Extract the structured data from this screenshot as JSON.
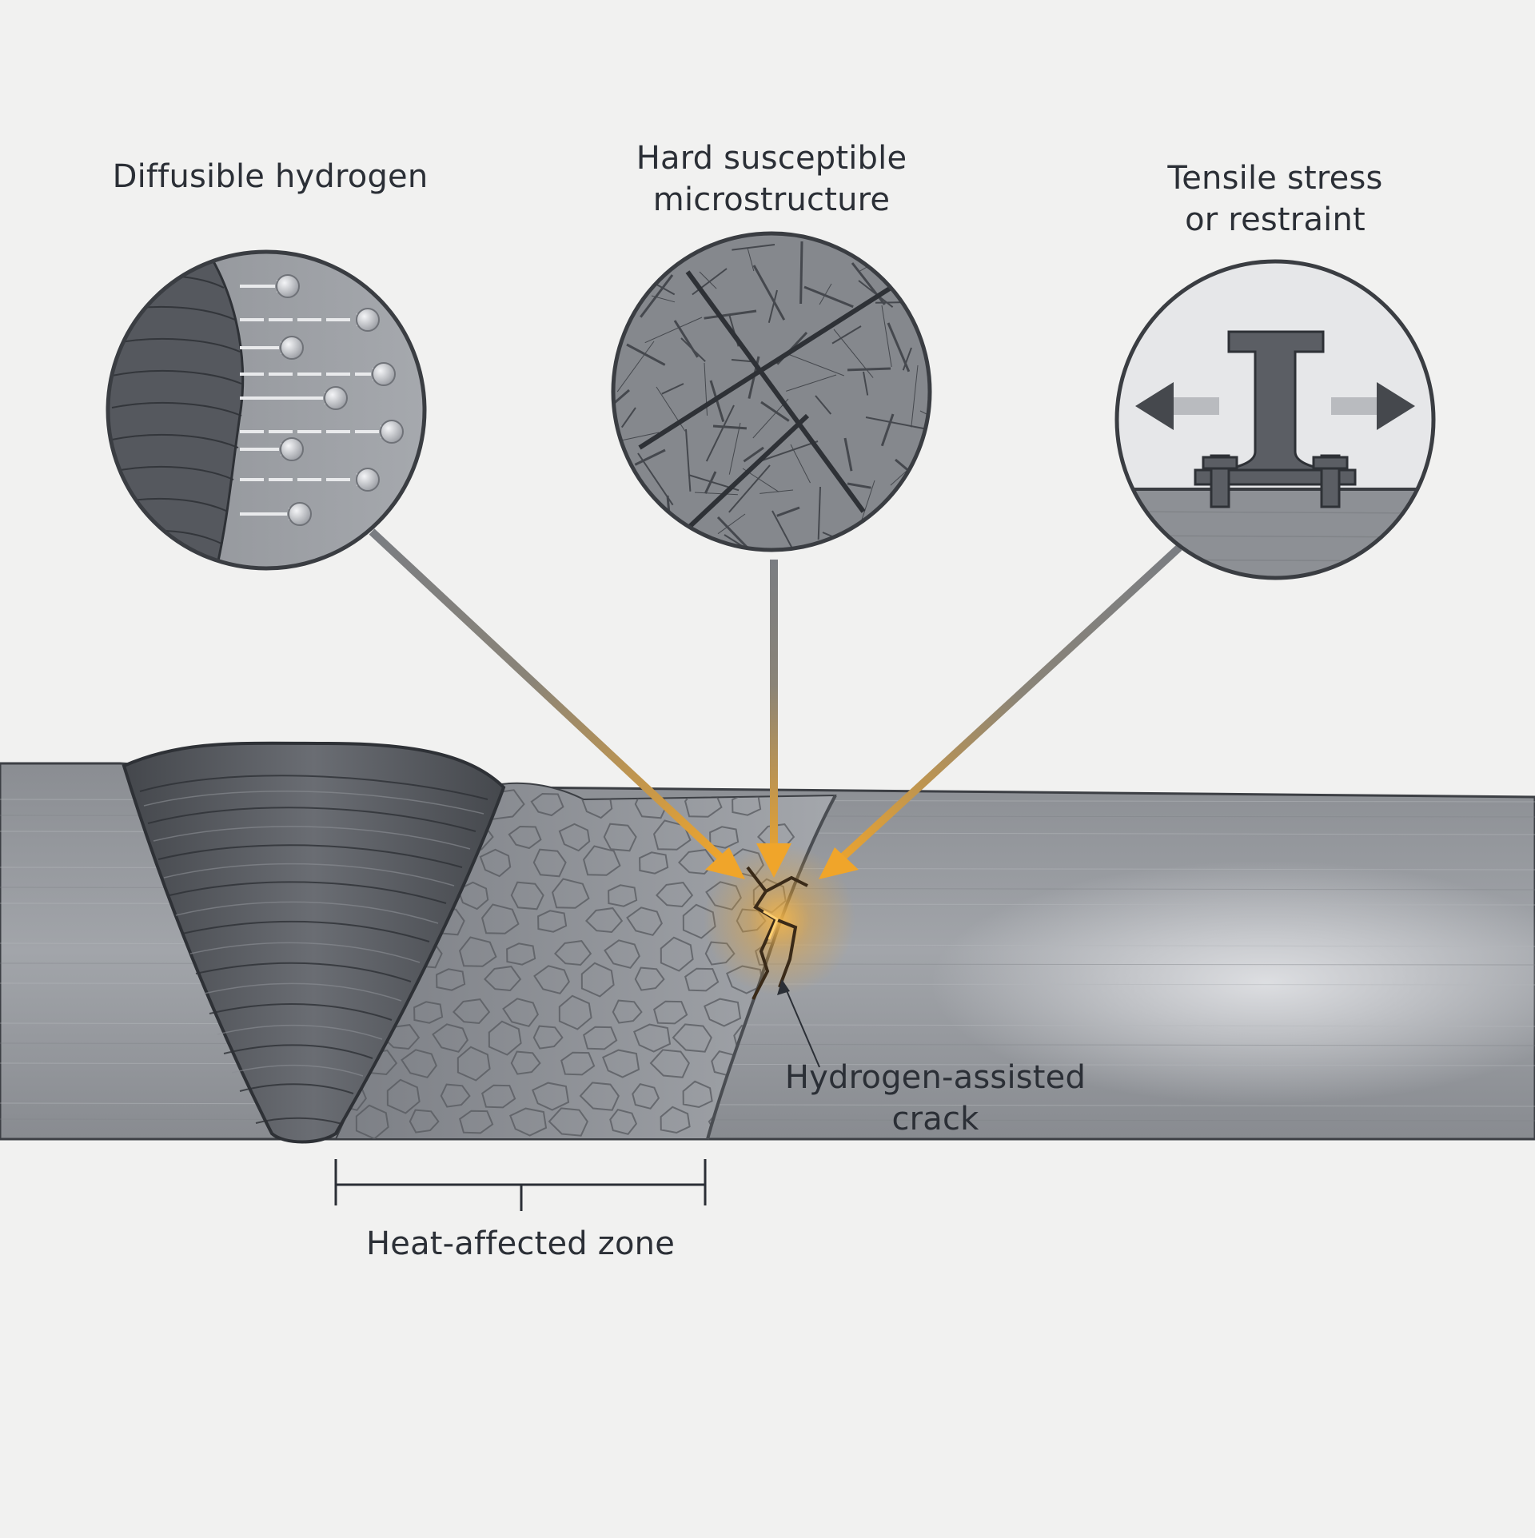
{
  "labels": {
    "hydrogen": "Diffusible hydrogen",
    "microstructure": [
      "Hard susceptible",
      "microstructure"
    ],
    "stress": [
      "Tensile stress",
      "or restraint"
    ],
    "crack": [
      "Hydrogen-assisted",
      "crack"
    ],
    "haz": "Heat-affected zone"
  },
  "colors": {
    "background": "#f1f1f0",
    "steel": "#9b9ea3",
    "weld": "#5a5d63",
    "accent": "#f0a52a",
    "text": "#2b2f36"
  }
}
